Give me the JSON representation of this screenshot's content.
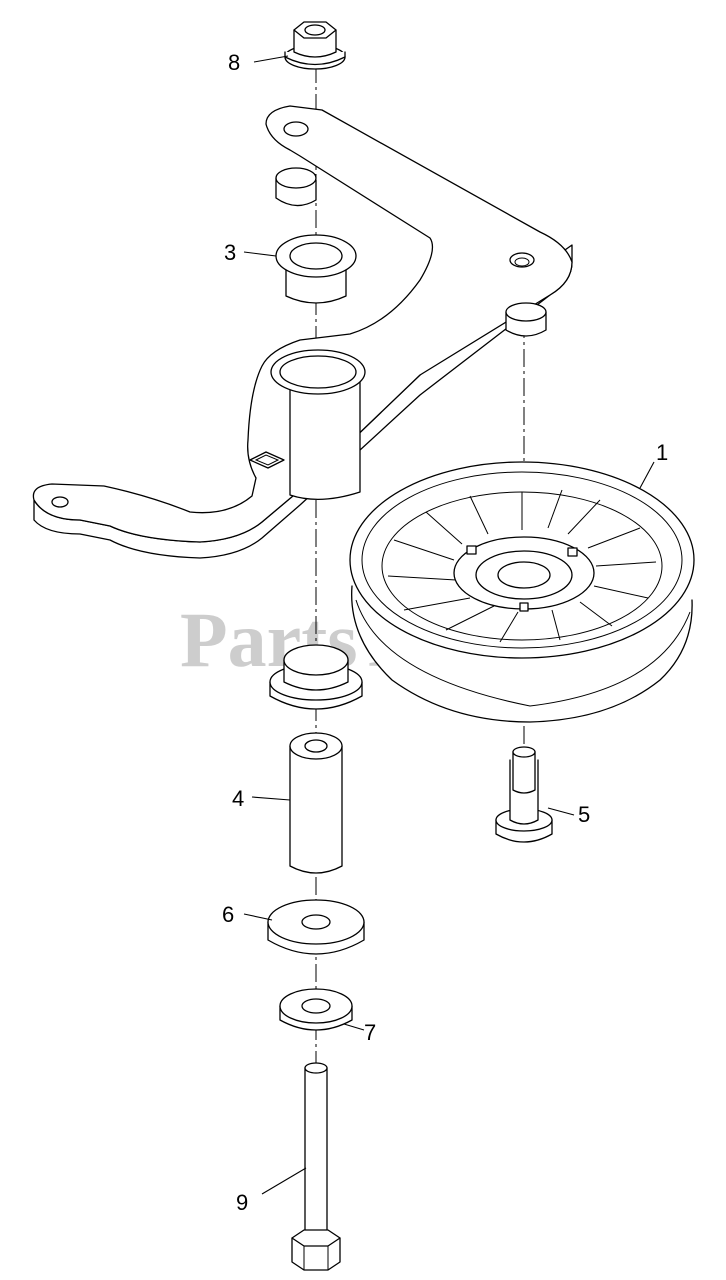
{
  "diagram": {
    "watermark": "PartsTree",
    "callouts": [
      {
        "id": "1",
        "label": "1"
      },
      {
        "id": "3",
        "label": "3"
      },
      {
        "id": "4",
        "label": "4"
      },
      {
        "id": "5",
        "label": "5"
      },
      {
        "id": "6",
        "label": "6"
      },
      {
        "id": "7",
        "label": "7"
      },
      {
        "id": "8",
        "label": "8"
      },
      {
        "id": "9",
        "label": "9"
      }
    ],
    "parts": [
      {
        "callout": "1",
        "icon": "idler-pulley-icon"
      },
      {
        "callout": "3",
        "icon": "flange-bushing-icon"
      },
      {
        "callout": "4",
        "icon": "spacer-tube-icon"
      },
      {
        "callout": "5",
        "icon": "shoulder-bolt-icon"
      },
      {
        "callout": "6",
        "icon": "washer-icon"
      },
      {
        "callout": "7",
        "icon": "washer-icon"
      },
      {
        "callout": "8",
        "icon": "flange-nut-icon"
      },
      {
        "callout": "9",
        "icon": "hex-bolt-icon"
      }
    ]
  }
}
